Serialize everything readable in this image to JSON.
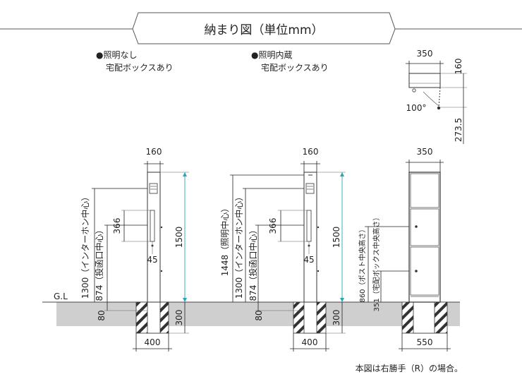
{
  "title": "納まり図（単位mm）",
  "footnote": "本図は右勝手（R）の場合。",
  "ground_label": "G.L",
  "variants": [
    {
      "bullet": "●",
      "line1": "照明なし",
      "line2": "宅配ボックスあり"
    },
    {
      "bullet": "●",
      "line1": "照明内蔵",
      "line2": "宅配ボックスあり"
    }
  ],
  "dims": {
    "post_width": "160",
    "post_height": "1500",
    "foundation_depth": "300",
    "foundation_width": "400",
    "intercom_center": "1300（インターホン中心）",
    "slot_center": "874（投函口中心）",
    "light_center": "1448（照明中心）",
    "slot_length": "366",
    "slot_offset": "45",
    "base_height": "80",
    "box_width": "350",
    "box_foundation_width": "550",
    "post_center_height": "860（ポスト中央高さ）",
    "box_center_height": "351（宅配ボックス中央高さ）",
    "top_width": "350",
    "top_depth": "160",
    "door_swing": "273.5",
    "door_angle": "100°"
  }
}
